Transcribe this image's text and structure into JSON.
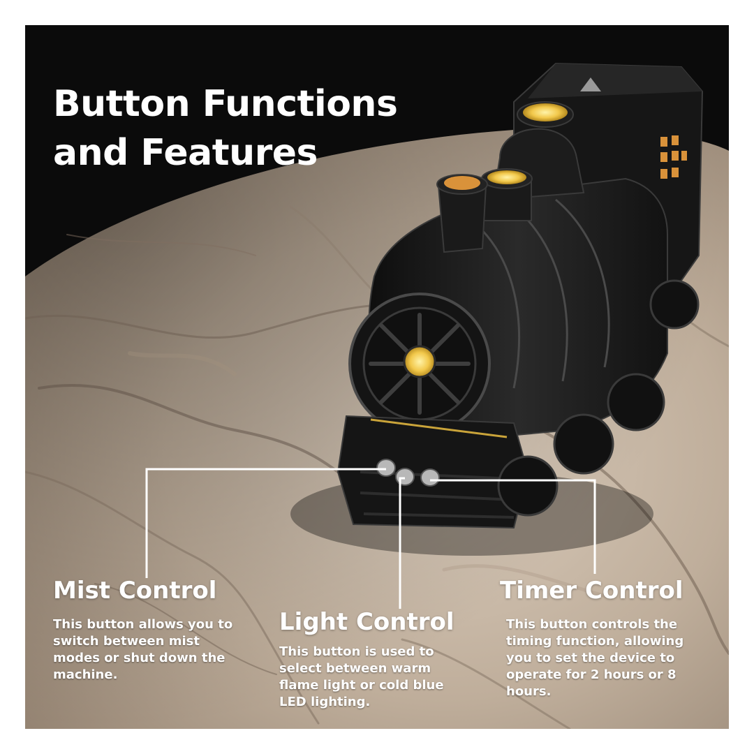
{
  "title": {
    "line1": "Button Functions",
    "line2": "and Features"
  },
  "features": [
    {
      "heading": "Mist Control",
      "description": "This button allows you to switch between mist modes or shut down the machine."
    },
    {
      "heading": "Light Control",
      "description": "This button is used to select between warm flame light or cold blue LED lighting."
    },
    {
      "heading": "Timer Control",
      "description": "This button controls the timing function, allowing you to set the device to operate for 2 hours or 8 hours."
    }
  ],
  "colors": {
    "background": "#0b0b0b",
    "marble": "#bfae9c",
    "train_body": "#1a1a1a",
    "glow": "#f2c84b",
    "text": "#ffffff",
    "callout_line": "#ffffff"
  }
}
